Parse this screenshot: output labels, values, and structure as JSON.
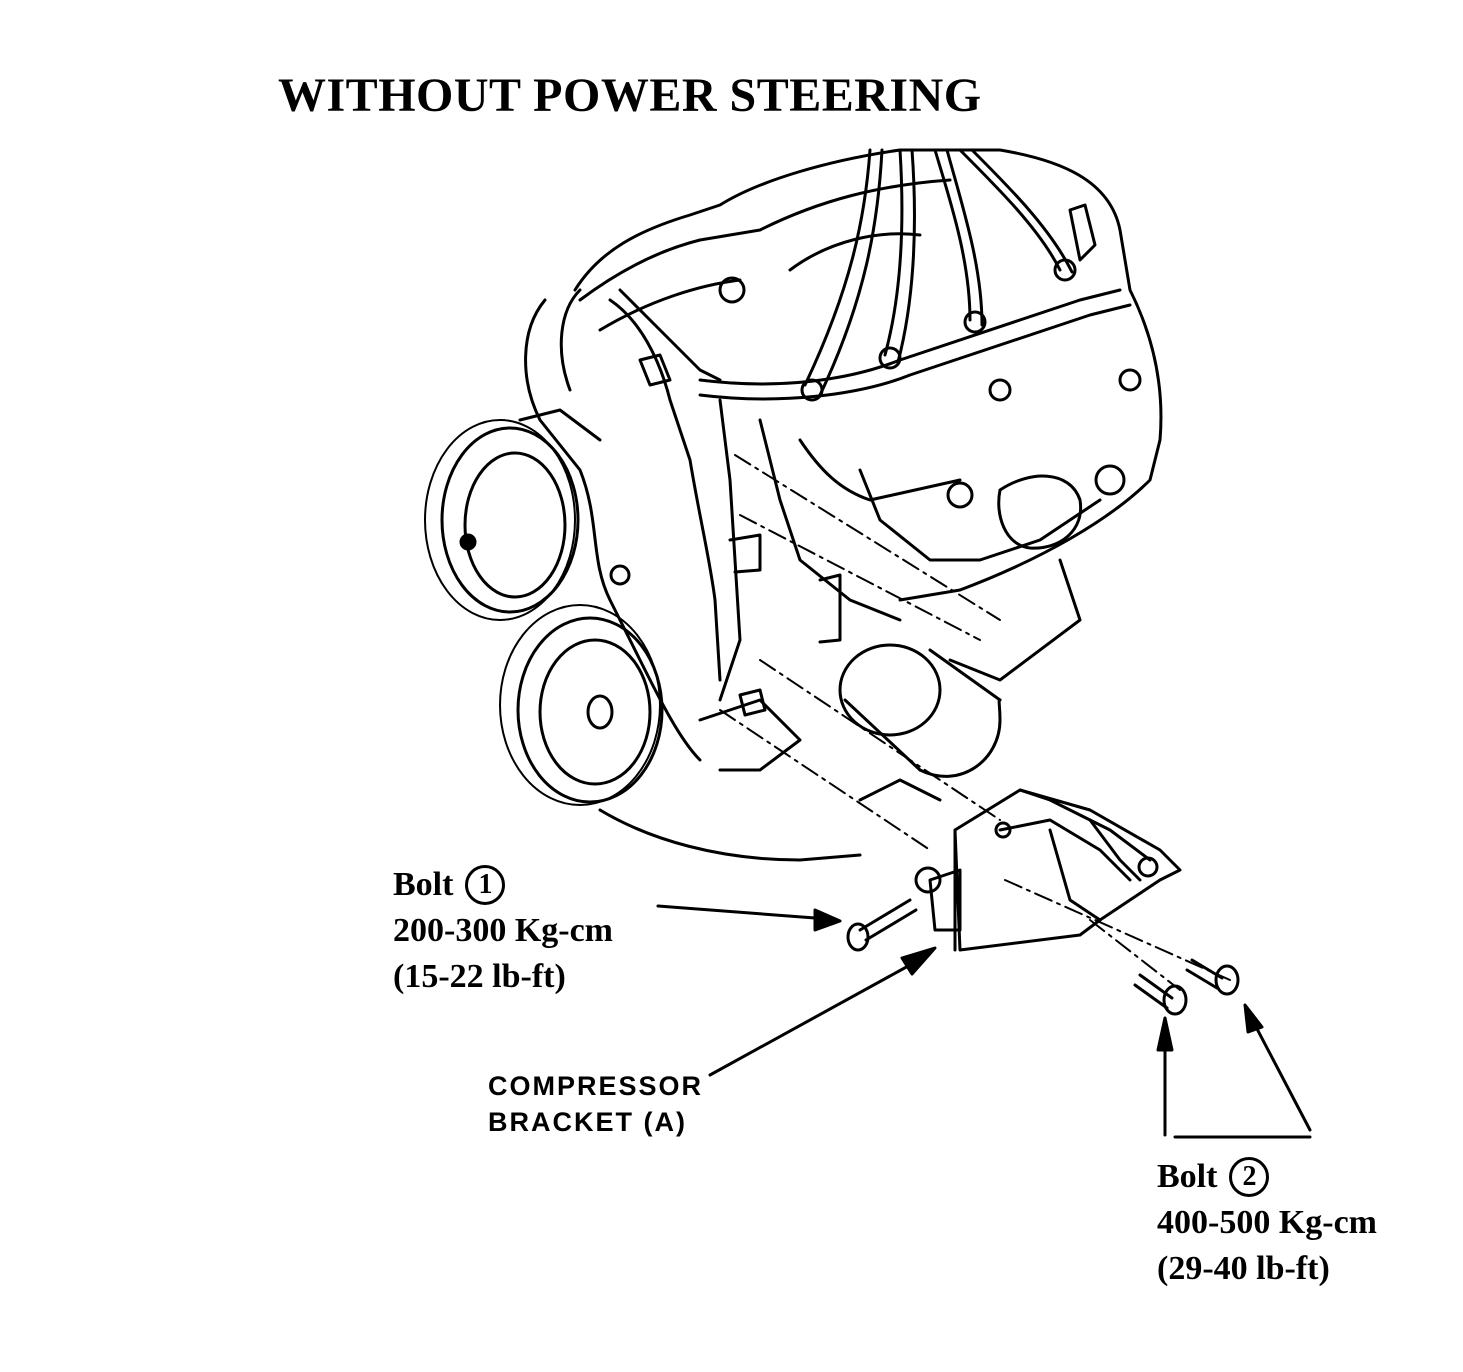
{
  "title": "WITHOUT POWER STEERING",
  "bolt1": {
    "word": "Bolt",
    "number": "1",
    "torque_metric": "200-300 Kg-cm",
    "torque_imperial": "(15-22 lb-ft)"
  },
  "bolt2": {
    "word": "Bolt",
    "number": "2",
    "torque_metric": "400-500 Kg-cm",
    "torque_imperial": "(29-40 lb-ft)"
  },
  "bracket": {
    "line1": "COMPRESSOR",
    "line2": "BRACKET (A)"
  }
}
